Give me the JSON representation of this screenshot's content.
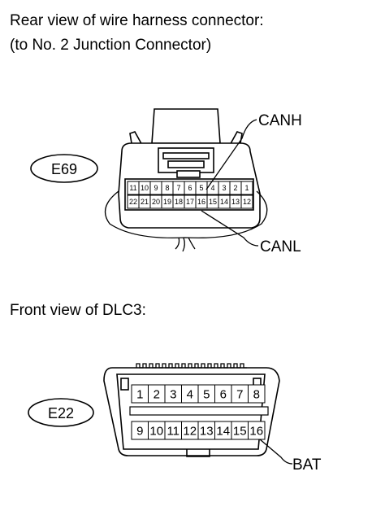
{
  "headings": {
    "rear_view_line1": "Rear view of wire harness connector:",
    "rear_view_line2": "(to No. 2 Junction Connector)",
    "front_view": "Front view of DLC3:"
  },
  "connector_e69": {
    "id_label": "E69",
    "row_top": [
      "11",
      "10",
      "9",
      "8",
      "7",
      "6",
      "5",
      "4",
      "3",
      "2",
      "1"
    ],
    "row_bottom": [
      "22",
      "21",
      "20",
      "19",
      "18",
      "17",
      "16",
      "15",
      "14",
      "13",
      "12"
    ],
    "callout_top": "CANH",
    "callout_bottom": "CANL"
  },
  "connector_e22": {
    "id_label": "E22",
    "row_top": [
      "1",
      "2",
      "3",
      "4",
      "5",
      "6",
      "7",
      "8"
    ],
    "row_bottom": [
      "9",
      "10",
      "11",
      "12",
      "13",
      "14",
      "15",
      "16"
    ],
    "callout": "BAT"
  }
}
